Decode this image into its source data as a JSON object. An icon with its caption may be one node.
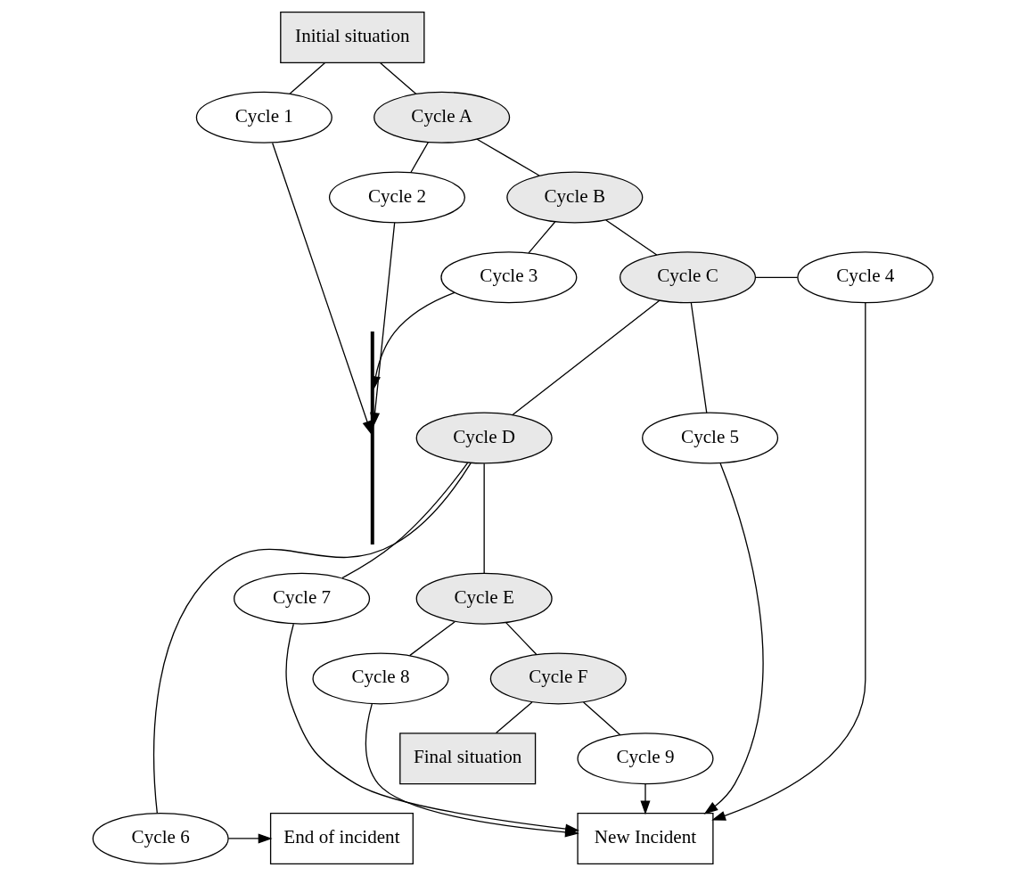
{
  "diagram": {
    "nodes": [
      {
        "text": [
          "Initial situation"
        ]
      },
      {
        "text": [
          "Cycle 1"
        ]
      },
      {
        "text": [
          "Cycle A"
        ]
      },
      {
        "text": [
          "Cycle 2"
        ]
      },
      {
        "text": [
          "Cycle B"
        ]
      },
      {
        "text": [
          "Cycle 3"
        ]
      },
      {
        "text": [
          "Cycle C"
        ]
      },
      {
        "text": [
          "Cycle 4"
        ]
      },
      {
        "text": [
          "Cycle 5"
        ]
      },
      {
        "text": [
          "Cycle D"
        ]
      },
      {
        "text": [
          "End of incident"
        ]
      },
      {
        "text": [
          "Cycle 6"
        ]
      },
      {
        "text": [
          "New Incident"
        ]
      },
      {
        "text": [
          "Cycle 7"
        ]
      },
      {
        "text": [
          "Cycle E"
        ]
      },
      {
        "text": [
          "Cycle 8"
        ]
      },
      {
        "text": [
          "Cycle F"
        ]
      },
      {
        "text": [
          "Cycle 9"
        ]
      },
      {
        "text": [
          "Final situation"
        ]
      },
      {
        "text": [],
        "shape": "bar"
      }
    ],
    "edges": [
      {
        "from": 0,
        "to": 1,
        "arrow": "none"
      },
      {
        "from": 0,
        "to": 2,
        "arrow": "none"
      },
      {
        "from": 1,
        "to": 19,
        "arrow": "to"
      },
      {
        "from": 2,
        "to": 3,
        "arrow": "none"
      },
      {
        "from": 2,
        "to": 4,
        "arrow": "none"
      },
      {
        "from": 3,
        "to": 19,
        "arrow": "to"
      },
      {
        "from": 4,
        "to": 5,
        "arrow": "none"
      },
      {
        "from": 4,
        "to": 6,
        "arrow": "none"
      },
      {
        "from": 5,
        "to": 19,
        "arrow": "to"
      },
      {
        "from": 6,
        "to": 7,
        "arrow": "none"
      },
      {
        "from": 6,
        "to": 8,
        "arrow": "none"
      },
      {
        "from": 6,
        "to": 9,
        "arrow": "none"
      },
      {
        "from": 7,
        "to": 12,
        "arrow": "to"
      },
      {
        "from": 8,
        "to": 12,
        "arrow": "to"
      },
      {
        "from": 9,
        "to": 11,
        "arrow": "none"
      },
      {
        "from": 9,
        "to": 13,
        "arrow": "none"
      },
      {
        "from": 11,
        "to": 10,
        "arrow": "to"
      },
      {
        "from": 13,
        "to": 12,
        "arrow": "to"
      },
      {
        "from": 9,
        "to": 14,
        "arrow": "none"
      },
      {
        "from": 14,
        "to": 15,
        "arrow": "none"
      },
      {
        "from": 15,
        "to": 12,
        "arrow": "to"
      },
      {
        "from": 14,
        "to": 16,
        "arrow": "none"
      },
      {
        "from": 16,
        "to": 17,
        "arrow": "none"
      },
      {
        "from": 17,
        "to": 12,
        "arrow": "to"
      },
      {
        "from": 16,
        "to": 18,
        "arrow": "none"
      }
    ]
  }
}
